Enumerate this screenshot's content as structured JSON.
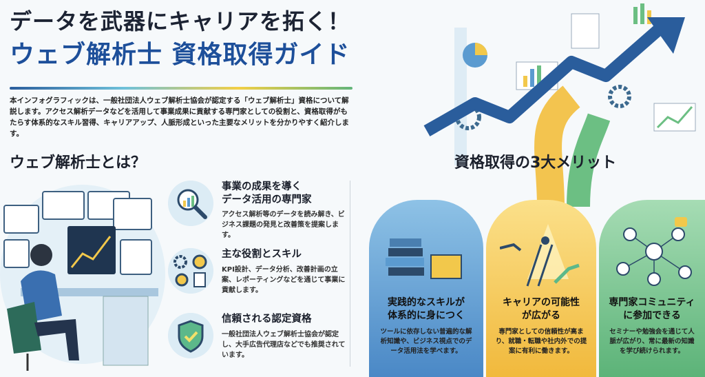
{
  "header": {
    "title_line1": "データを武器にキャリアを拓く！",
    "title_line2": "ウェブ解析士 資格取得ガイド"
  },
  "intro": "本インフォグラフィックは、一般社団法人ウェブ解析士協会が認定する「ウェブ解析士」資格について解説します。アクセス解析データなどを活用して事業成果に貢献する専門家としての役割と、資格取得がもたらす体系的なスキル習得、キャリアアップ、人脈形成といった主要なメリットを分かりやすく紹介します。",
  "left": {
    "heading": "ウェブ解析士とは？",
    "items": [
      {
        "title": "事業の成果を導く\nデータ活用の専門家",
        "desc": "アクセス解析等のデータを読み解き、ビジネス課題の発見と改善策を提案します。",
        "icon": "magnifier-chart-icon"
      },
      {
        "title": "主な役割とスキル",
        "desc": "KPI設計、データ分析、改善計画の立案、レポーティングなどを通じて事業に貢献します。",
        "icon": "gears-target-icon"
      },
      {
        "title": "信頼される認定資格",
        "desc": "一般社団法人ウェブ解析士協会が認定し、大手広告代理店などでも推奨されています。",
        "icon": "shield-check-icon"
      }
    ]
  },
  "right": {
    "heading": "資格取得の3大メリット",
    "merits": [
      {
        "title": "実践的なスキルが\n体系的に身につく",
        "desc": "ツールに依存しない普遍的な解析知識や、ビジネス視点でのデータ活用法を学べます。",
        "color": "#5b9bd0"
      },
      {
        "title": "キャリアの可能性\nが広がる",
        "desc": "専門家としての信頼性が高まり、就職・転職や社内外での提案に有利に働きます。",
        "color": "#f3c44f"
      },
      {
        "title": "専門家コミュニティ\nに参加できる",
        "desc": "セミナーや勉強会を通じて人脈が広がり、常に最新の知識を学び続けられます。",
        "color": "#6cbf83"
      }
    ]
  }
}
